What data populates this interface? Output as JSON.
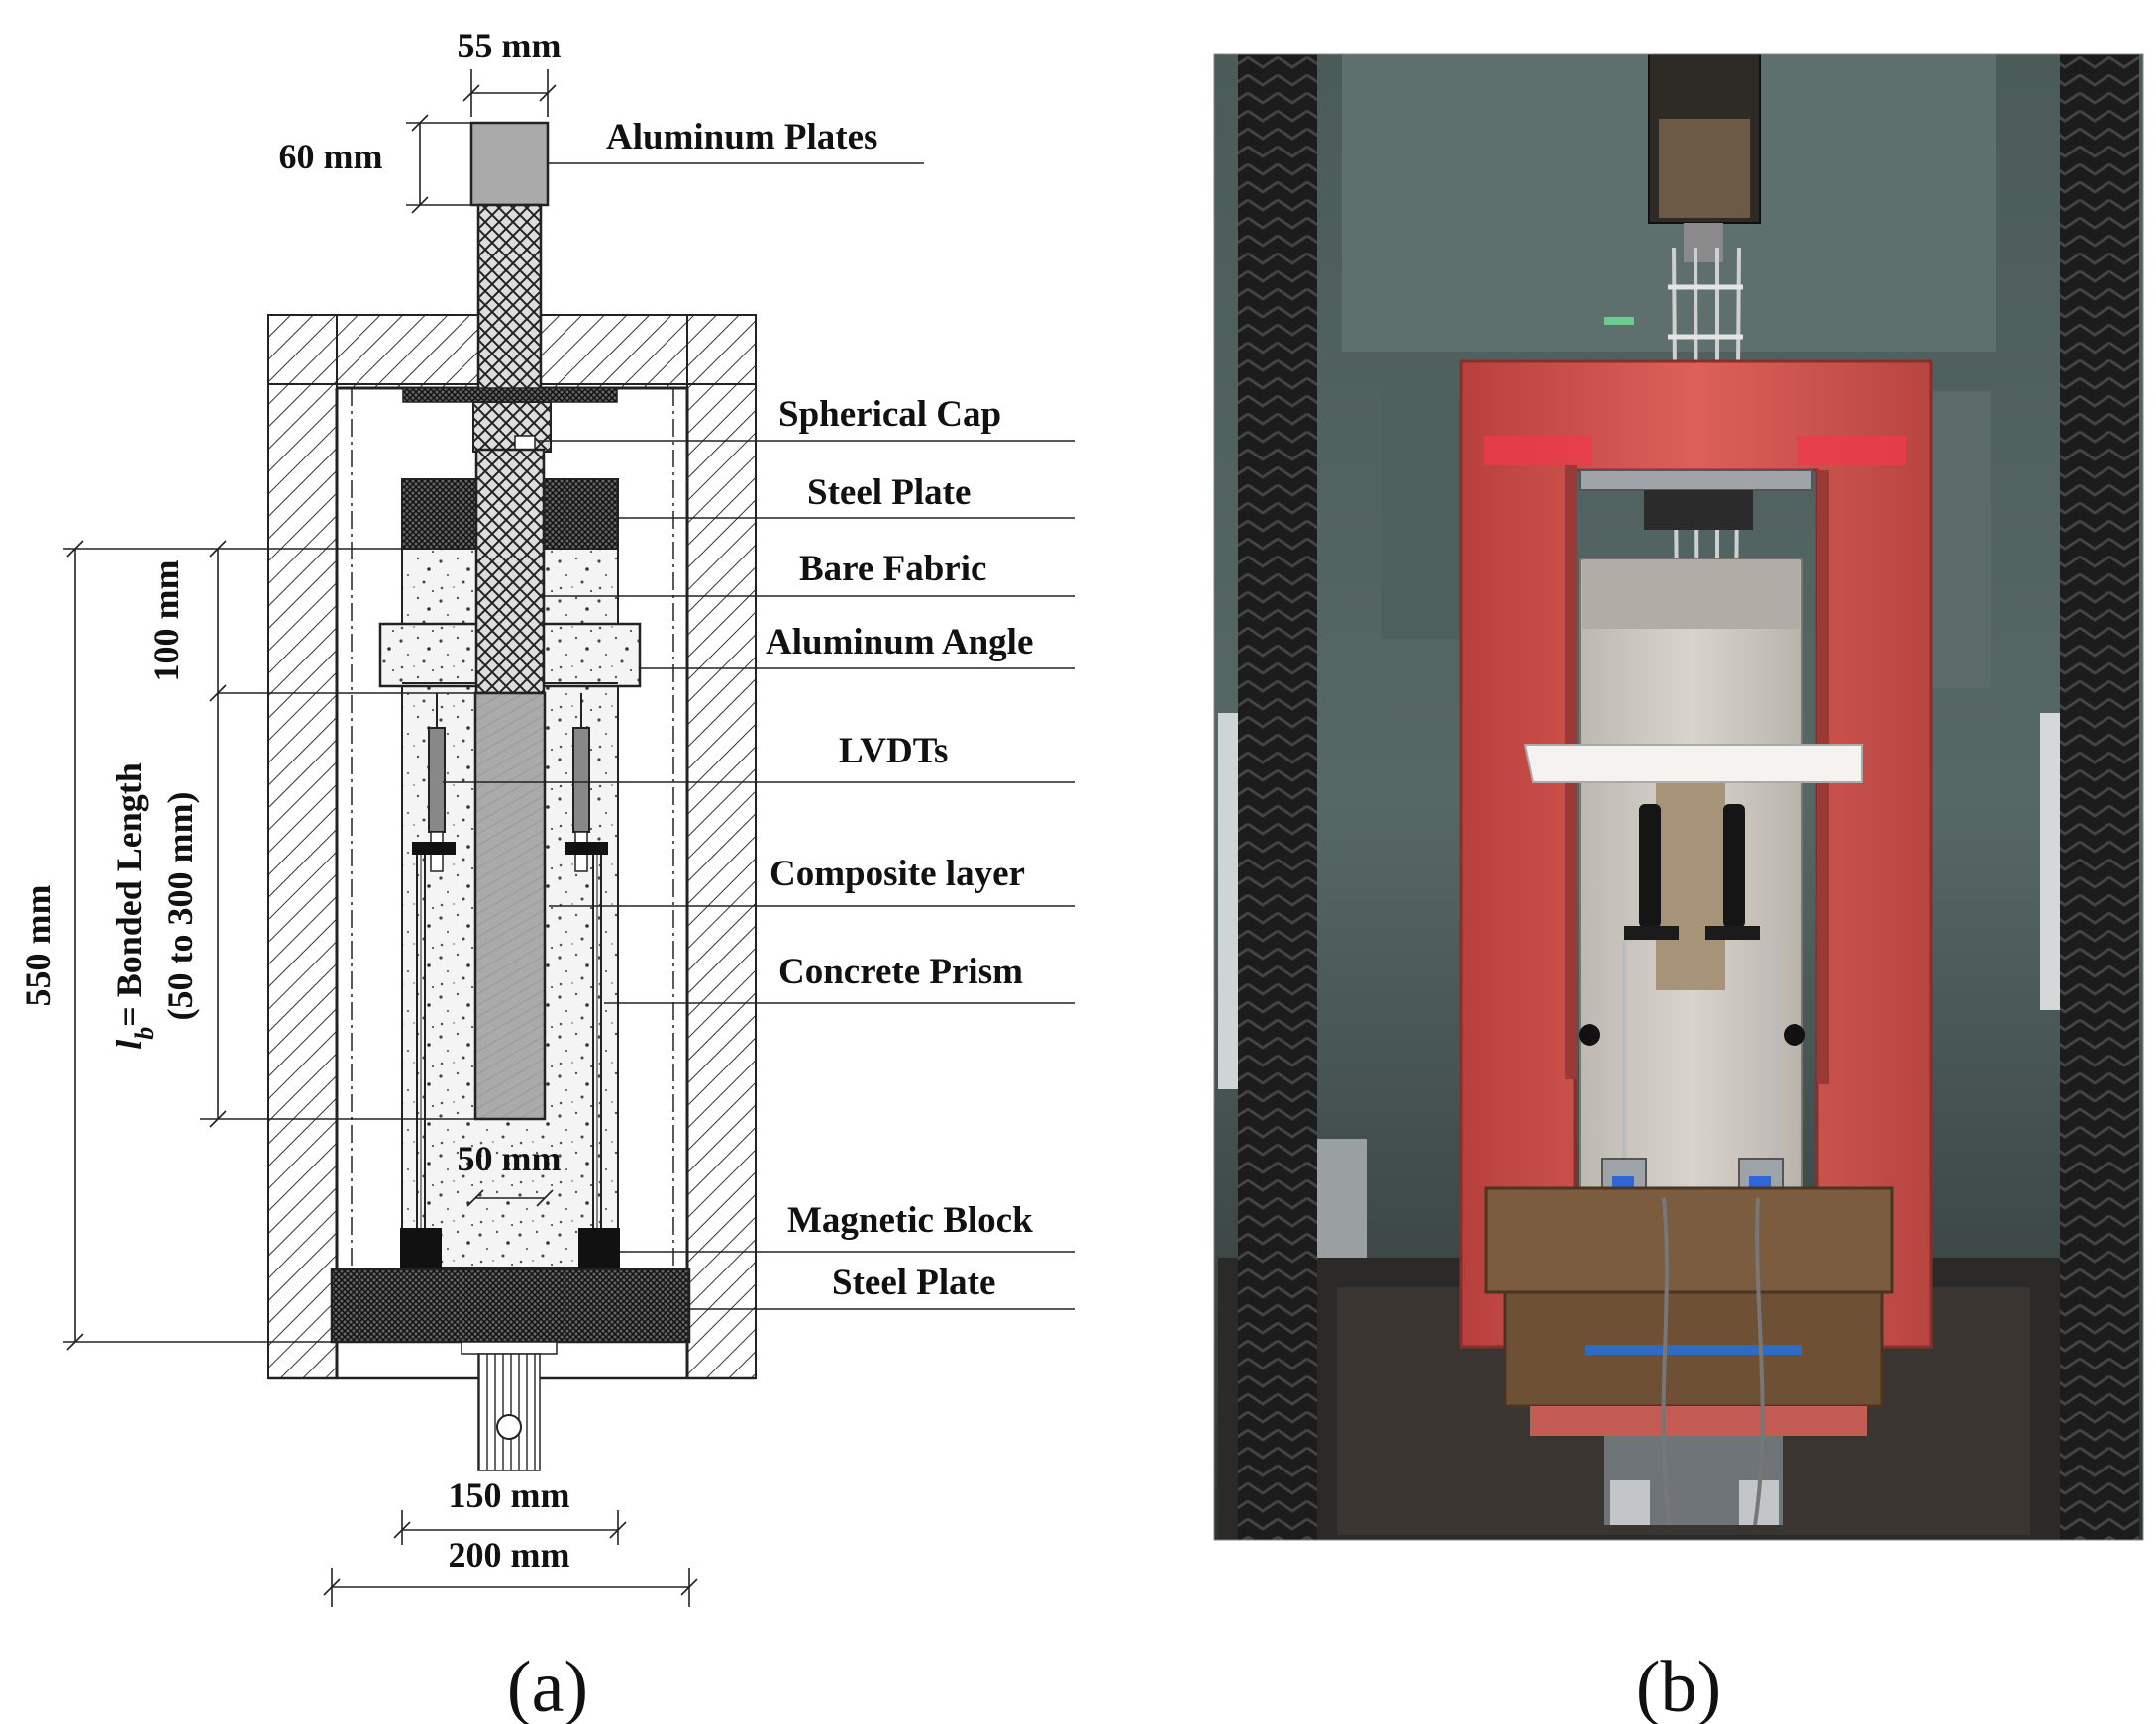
{
  "panel_a": {
    "caption": "(a)",
    "dimensions": {
      "plate_width": "55 mm",
      "plate_height": "60 mm",
      "bare_length": "100 mm",
      "total_height": "550 mm",
      "bonded_length_symbol": "l",
      "bonded_length_sub": "b",
      "bonded_length_text": "= Bonded Length",
      "bonded_length_range": "(50 to 300 mm)",
      "composite_width": "50 mm",
      "prism_width": "150 mm",
      "frame_width": "200 mm"
    },
    "labels": {
      "aluminum_plates": "Aluminum Plates",
      "spherical_cap": "Spherical Cap",
      "steel_plate_top": "Steel Plate",
      "bare_fabric": "Bare Fabric",
      "aluminum_angle": "Aluminum Angle",
      "lvdts": "LVDTs",
      "composite_layer": "Composite layer",
      "concrete_prism": "Concrete Prism",
      "magnetic_block": "Magnetic Block",
      "steel_plate_bottom": "Steel Plate"
    }
  },
  "panel_b": {
    "caption": "(b)"
  },
  "colors": {
    "frame_red": "#d7544f",
    "concrete": "#c9c4bc",
    "background_photo": "#3e4a48",
    "line": "#111111"
  }
}
